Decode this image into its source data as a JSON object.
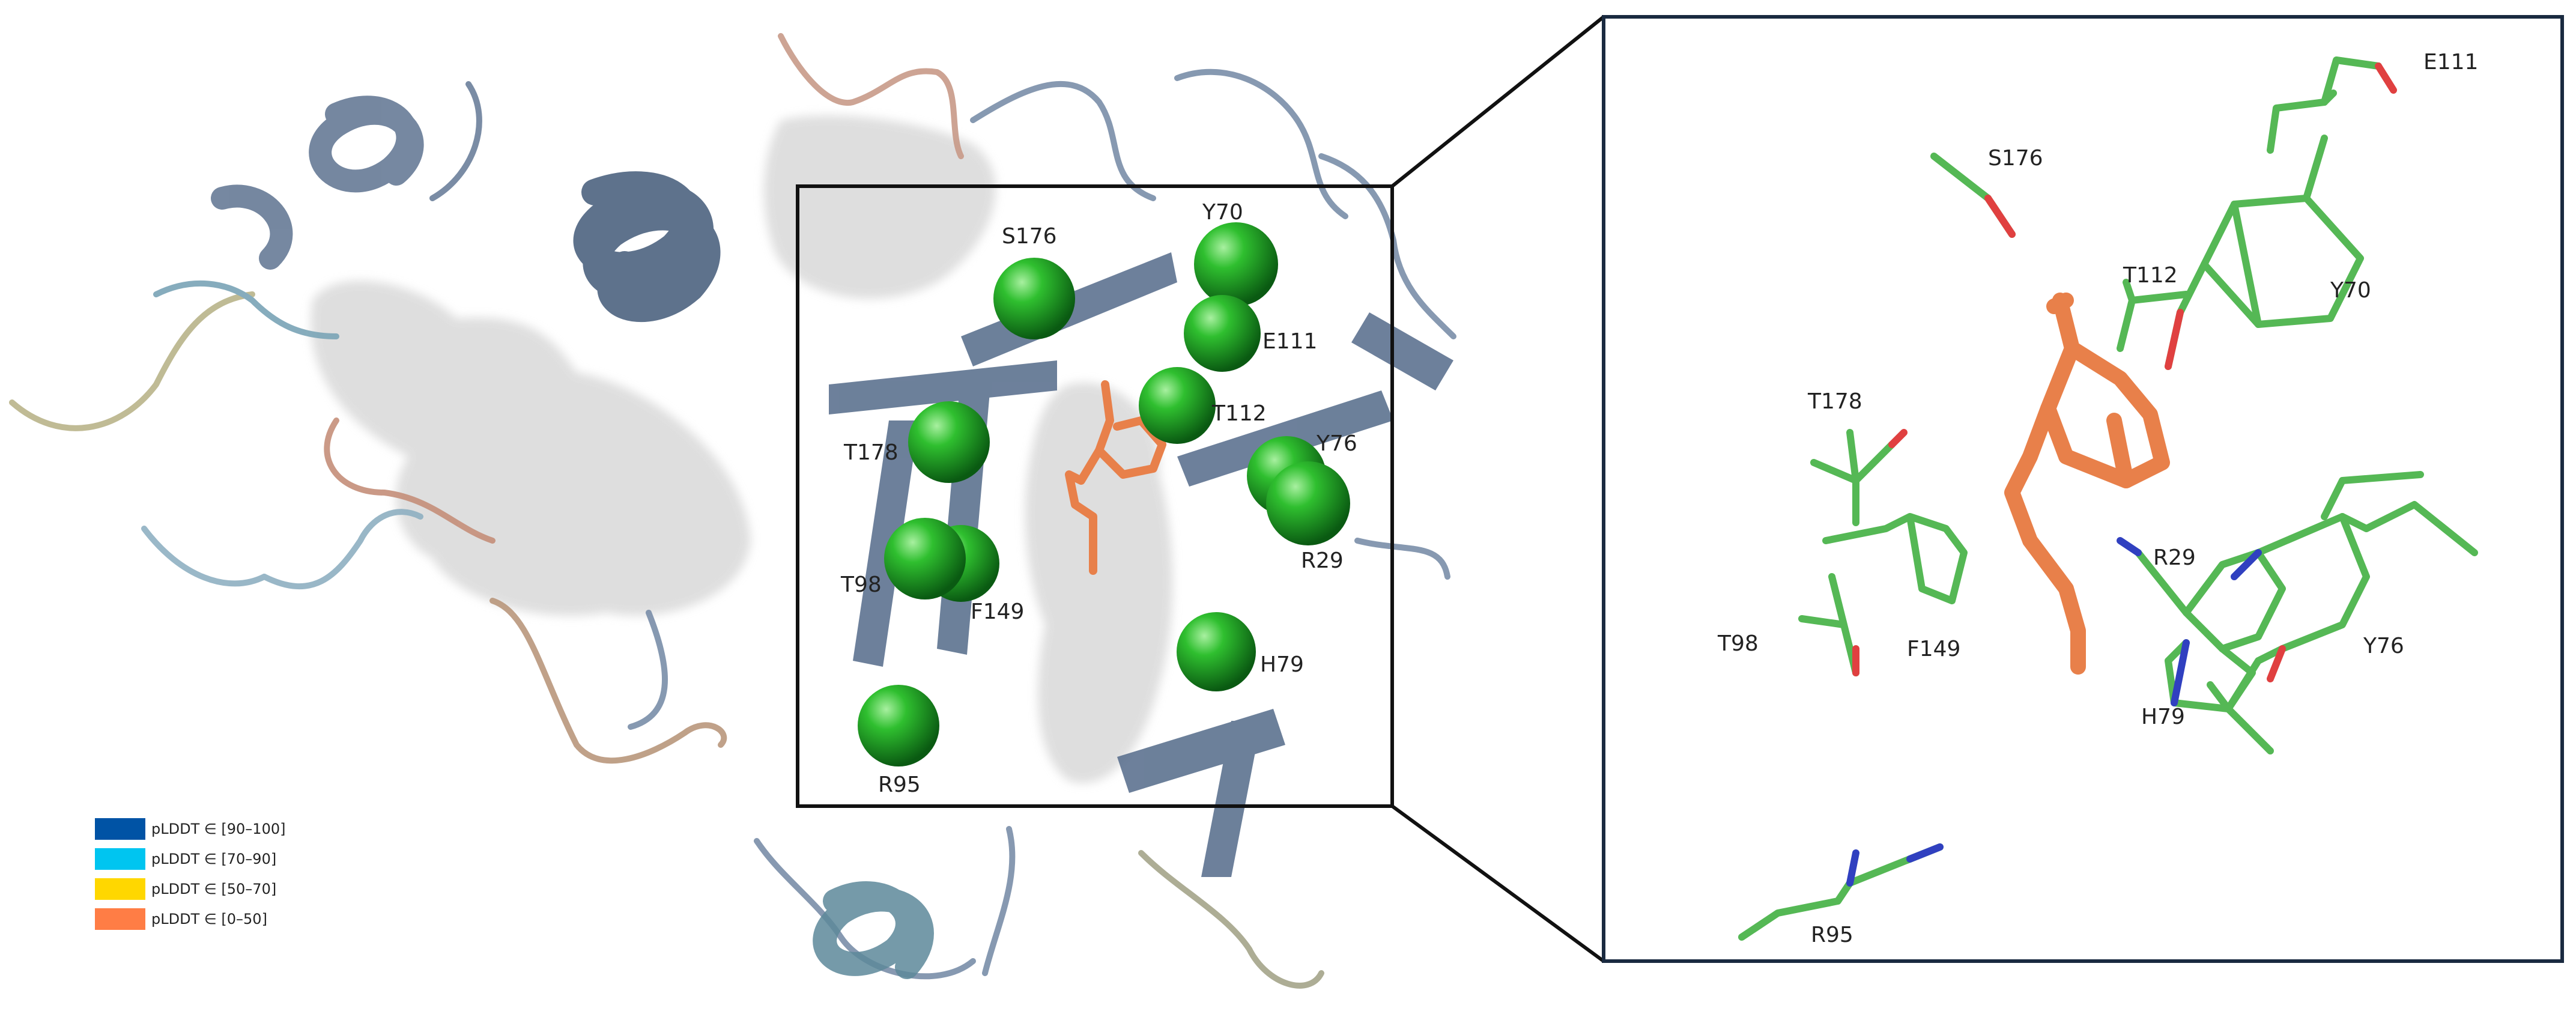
{
  "legend": [
    {
      "label": "pLDDT ∈ [90–100]",
      "color": "#0053A5"
    },
    {
      "label": "pLDDT ∈ [70–90]",
      "color": "#00C5F0"
    },
    {
      "label": "pLDDT ∈ [50–70]",
      "color": "#FFD700"
    },
    {
      "label": "pLDDT ∈ [0–50]",
      "color": "#FF7D45"
    }
  ],
  "overview_residues": {
    "S176": "S176",
    "Y70": "Y70",
    "E111": "E111",
    "T112": "T112",
    "T178": "T178",
    "Y76": "Y76",
    "R29": "R29",
    "T98": "T98",
    "F149": "F149",
    "H79": "H79",
    "R95": "R95"
  },
  "zoom_residues": {
    "E111": "E111",
    "S176": "S176",
    "T112": "T112",
    "Y70": "Y70",
    "T178": "T178",
    "R29": "R29",
    "T98": "T98",
    "F149": "F149",
    "Y76": "Y76",
    "H79": "H79",
    "R95": "R95"
  },
  "colors": {
    "sphere": "#22aa22",
    "ligand": "#e8804a",
    "stick": "#55b855",
    "oxygen": "#e04040",
    "nitrogen": "#3040c0",
    "surface": "#dcdcdc",
    "ribbon": "#5a6e85",
    "frame": "#1a2a40"
  }
}
